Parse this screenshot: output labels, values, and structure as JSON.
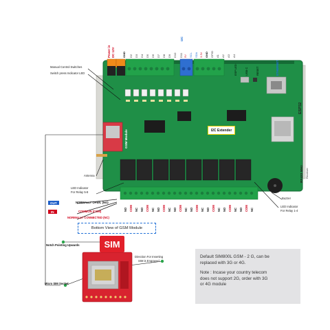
{
  "power": {
    "power_in": "Power in",
    "dc12v": "DC 12V"
  },
  "header_pins": [
    "GND",
    "D2",
    "D3",
    "D4",
    "D5",
    "D6",
    "D7",
    "D8",
    "D9",
    "D10",
    "D11",
    "5V",
    "SCL",
    "SDA",
    "3.3V",
    "GND",
    "GPIO",
    "A1",
    "A2",
    "A3",
    "A4"
  ],
  "top_labels": {
    "i2c": "I2C",
    "esp_led": "ESP LED",
    "usb_c": "USB C",
    "reset": "RESET",
    "ethernet": "ETHERNET",
    "i2c_extender": "I2C Extender",
    "esp32": "ESP32",
    "gsm_module": "GSM Module",
    "rf433": "RF433 MHz",
    "receiver": "Receiver"
  },
  "callouts": {
    "manual_switches": "Manual Control Switches",
    "switch_led": "Switch press Indicator LED",
    "antenna": "Antenna",
    "led_5_8_a": "LED Indicator",
    "led_5_8_b": "For Relay 5-8",
    "buzzer": "Buzzer",
    "led_1_4_a": "LED Indicator",
    "led_1_4_b": "For Relay 1-4"
  },
  "legend": {
    "out": "OUT",
    "no": "NORMALLY OPEN.  (NO)",
    "in": "IN",
    "com": "COMMON  (COM)",
    "nc": "NORMALLY CONNECTED  (NC)"
  },
  "terminal_labels": [
    "NO",
    "COM",
    "NC",
    "NO",
    "COM",
    "NC",
    "NO",
    "COM",
    "NC",
    "NO",
    "COM",
    "NC",
    "NO",
    "COM",
    "NC",
    "NO",
    "COM",
    "NC",
    "NO",
    "COM",
    "NC",
    "NO",
    "COM",
    "NC"
  ],
  "bottom": {
    "title": "Bottom View of GSM Module",
    "notch": "Notch Pointing Upwards",
    "sim": "SIM",
    "direction_a": "Direction For Inserting",
    "direction_b": "SIM is Engraved",
    "micro_sim": "Micro SIM Socket"
  },
  "note": {
    "line1": "Default SIM800L GSM - 2 G, can be",
    "line2": "replaced with 3G or 4G.",
    "line3": "Note : Incase your country telecom",
    "line4": "does not support 2G, order with 3G",
    "line5": "or 4G module"
  },
  "colors": {
    "pcb": "#1f8f47",
    "terminal_green": "#22a24a",
    "relay_black": "#262626",
    "accent_red": "#d0021b",
    "accent_blue": "#1f5fc8",
    "note_bg": "#e3e3e5"
  }
}
